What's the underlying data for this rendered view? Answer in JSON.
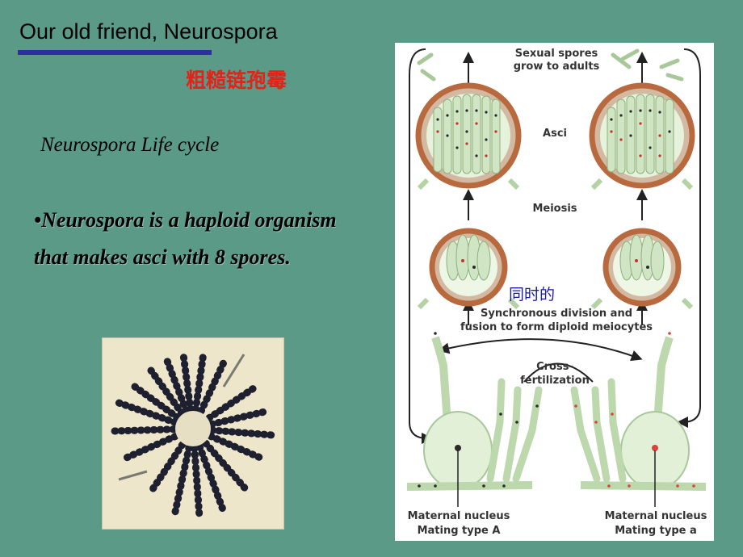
{
  "slide": {
    "title": "Our old friend, Neurospora",
    "chinese_title": "粗糙链孢霉",
    "subtitle": "Neurospora Life cycle",
    "bullet_marker": "•",
    "bullet_text": "Neurospora is a haploid organism that makes asci with 8 spores."
  },
  "diagram": {
    "label_sexual_spores_1": "Sexual spores",
    "label_sexual_spores_2": "grow to adults",
    "label_asci": "Asci",
    "label_meiosis": "Meiosis",
    "label_sync_1": "Synchronous division and",
    "label_sync_2": "fusion to form diploid meiocytes",
    "label_cross_1": "Cross-",
    "label_cross_2": "fertilization",
    "label_left_nucleus_1": "Maternal nucleus",
    "label_left_nucleus_2": "Mating type A",
    "label_right_nucleus_1": "Maternal nucleus",
    "label_right_nucleus_2": "Mating type a",
    "annotation": "同时的"
  }
}
